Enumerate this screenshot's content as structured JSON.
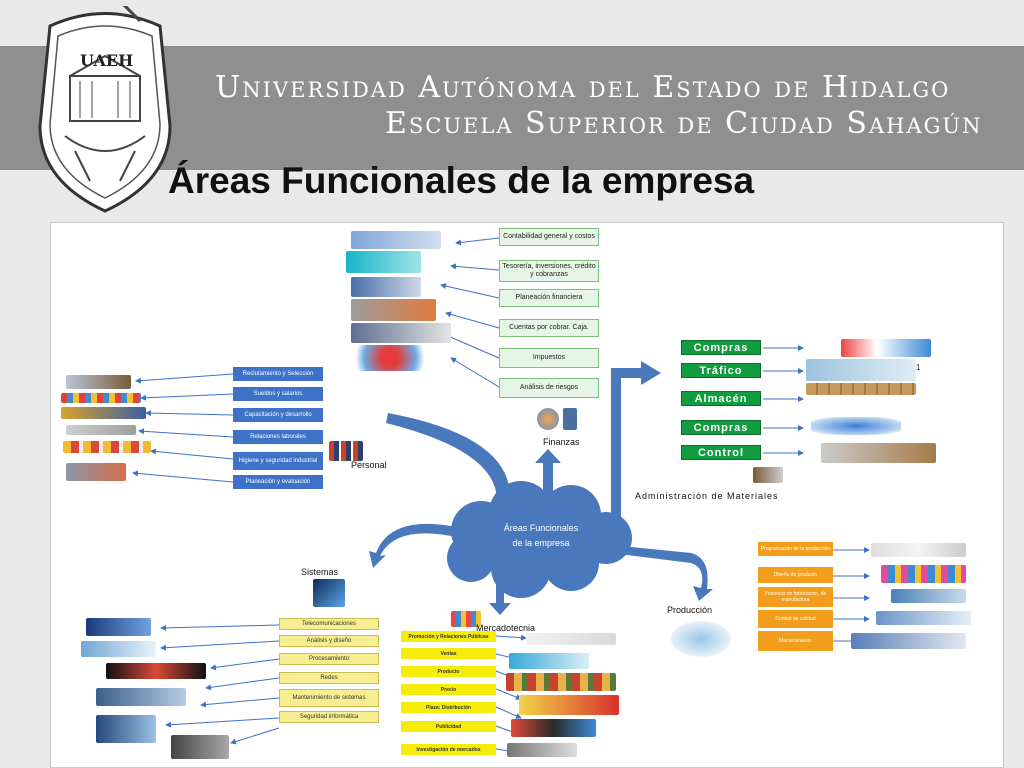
{
  "header": {
    "university": "Universidad Autónoma del Estado de Hidalgo",
    "school": "Escuela Superior de Ciudad Sahagún",
    "logo_text": "UAEH"
  },
  "slide_title": "Áreas Funcionales de la empresa",
  "center": {
    "line1": "Áreas Funcionales",
    "line2": "de la empresa"
  },
  "finanzas": {
    "label": "Finanzas",
    "items": [
      "Contabilidad general y costos",
      "Tesorería, inversiones, crédito y cobranzas",
      "Planeación financiera",
      "Cuentas por cobrar. Caja.",
      "Impuestos",
      "Análisis de riesgos"
    ]
  },
  "personal": {
    "label": "Personal",
    "items": [
      "Reclutamiento y Selección",
      "Sueldos y salarios",
      "Capacitación y desarrollo",
      "Relaciones laborales",
      "Higiene y seguridad industrial",
      "Planeación y evaluación"
    ]
  },
  "materiales": {
    "label": "Administración de Materiales",
    "items": [
      "Compras",
      "Tráfico",
      "Almacén",
      "Compras",
      "Control"
    ],
    "note": "1"
  },
  "produccion": {
    "label": "Producción",
    "items": [
      "Programación de la producción",
      "Diseño de producto",
      "Procesos de fabricación, de manufactura",
      "Control de calidad",
      "Mantenimiento"
    ]
  },
  "sistemas": {
    "label": "Sistemas",
    "items": [
      "Telecomunicaciones",
      "Análisis y diseño",
      "Procesamiento",
      "Redes",
      "Mantenimiento de sistemas",
      "Seguridad informática"
    ]
  },
  "mercadotecnia": {
    "label": "Mercadotecnia",
    "items": [
      "Promoción y Relaciones Públicas",
      "Ventas",
      "Producto",
      "Precio",
      "Plaza: Distribución",
      "Publicidad",
      "Investigación de mercados"
    ]
  },
  "colors": {
    "cloud": "#4a78bd",
    "banner": "#8f8f8f",
    "green": "#119d3f",
    "orange": "#f29e1c",
    "yellow": "#f5ec09",
    "blue_box": "#3d72c8"
  }
}
